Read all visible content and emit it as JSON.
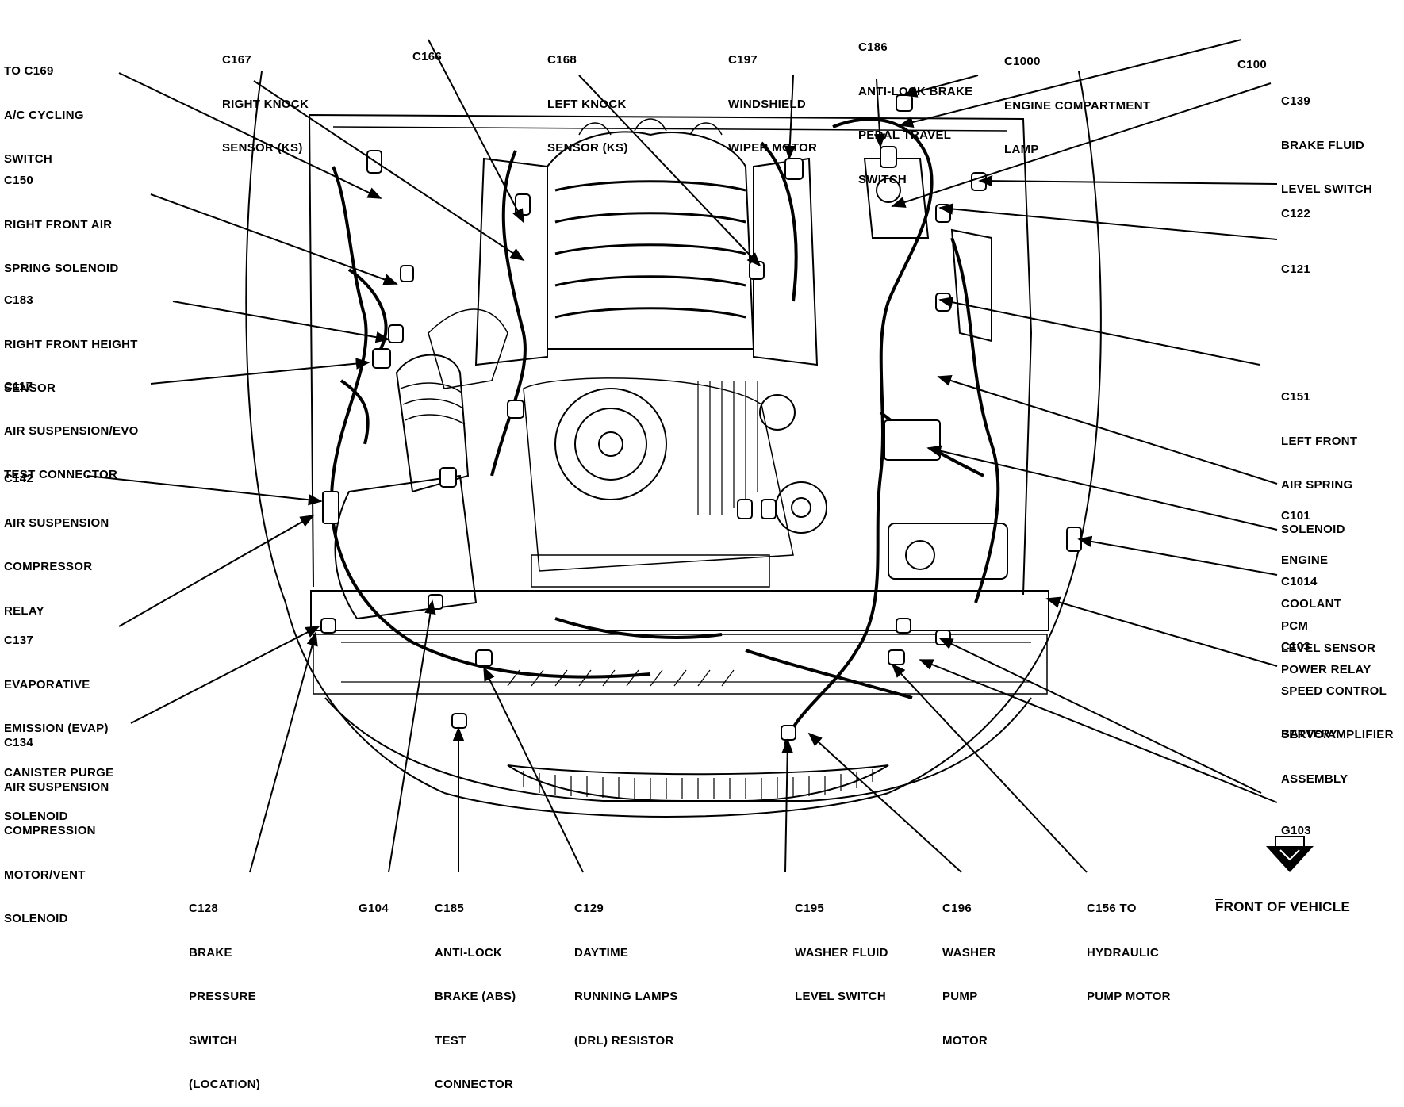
{
  "labels": {
    "c169": [
      "TO C169",
      "A/C CYCLING",
      "SWITCH"
    ],
    "c150": [
      "C150",
      "RIGHT FRONT AIR",
      "SPRING SOLENOID"
    ],
    "c183": [
      "C183",
      "RIGHT FRONT HEIGHT",
      "SENSOR"
    ],
    "c117": [
      "C117",
      "AIR SUSPENSION/EVO",
      "TEST CONNECTOR"
    ],
    "c142": [
      "C142",
      "AIR SUSPENSION",
      "COMPRESSOR",
      "RELAY"
    ],
    "c137": [
      "C137",
      "EVAPORATIVE",
      "EMISSION (EVAP)",
      "CANISTER PURGE",
      "SOLENOID"
    ],
    "c134": [
      "C134",
      "AIR SUSPENSION",
      "COMPRESSION",
      "MOTOR/VENT",
      "SOLENOID"
    ],
    "c167": [
      "C167",
      "RIGHT KNOCK",
      "SENSOR (KS)"
    ],
    "c166": [
      "C166"
    ],
    "c168": [
      "C168",
      "LEFT KNOCK",
      "SENSOR (KS)"
    ],
    "c197": [
      "C197",
      "WINDSHIELD",
      "WIPER MOTOR"
    ],
    "c186": [
      "C186",
      "ANTI-LOCK BRAKE",
      "PEDAL TRAVEL",
      "SWITCH"
    ],
    "c1000": [
      "C1000",
      "ENGINE COMPARTMENT",
      "LAMP"
    ],
    "c100": [
      "C100"
    ],
    "c139": [
      "C139",
      "BRAKE FLUID",
      "LEVEL SWITCH"
    ],
    "c122": [
      "C122"
    ],
    "c121": [
      "C121"
    ],
    "c151": [
      "C151",
      "LEFT FRONT",
      "AIR SPRING",
      "SOLENOID"
    ],
    "c101": [
      "C101",
      "ENGINE",
      "COOLANT",
      "LEVEL SENSOR"
    ],
    "c1014": [
      "C1014",
      "PCM",
      "POWER RELAY"
    ],
    "c103": [
      "C103",
      "SPEED CONTROL",
      "SERVO/AMPLIFIER",
      "ASSEMBLY"
    ],
    "battery": [
      "BATTERY"
    ],
    "g103": [
      "G103"
    ],
    "c128": [
      "C128",
      "BRAKE",
      "PRESSURE",
      "SWITCH",
      "(LOCATION)"
    ],
    "g104": [
      "G104"
    ],
    "c185": [
      "C185",
      "ANTI-LOCK",
      "BRAKE (ABS)",
      "TEST",
      "CONNECTOR"
    ],
    "c129": [
      "C129",
      "DAYTIME",
      "RUNNING LAMPS",
      "(DRL) RESISTOR"
    ],
    "c195": [
      "C195",
      "WASHER FLUID",
      "LEVEL SWITCH"
    ],
    "c196": [
      "C196",
      "WASHER",
      "PUMP",
      "MOTOR"
    ],
    "c156": [
      "C156 TO",
      "HYDRAULIC",
      "PUMP MOTOR"
    ],
    "front": [
      "FRONT OF VEHICLE"
    ]
  },
  "colors": {
    "ink": "#000000",
    "paper": "#ffffff"
  },
  "icons": {
    "front_arrow": "down-arrow-icon"
  }
}
